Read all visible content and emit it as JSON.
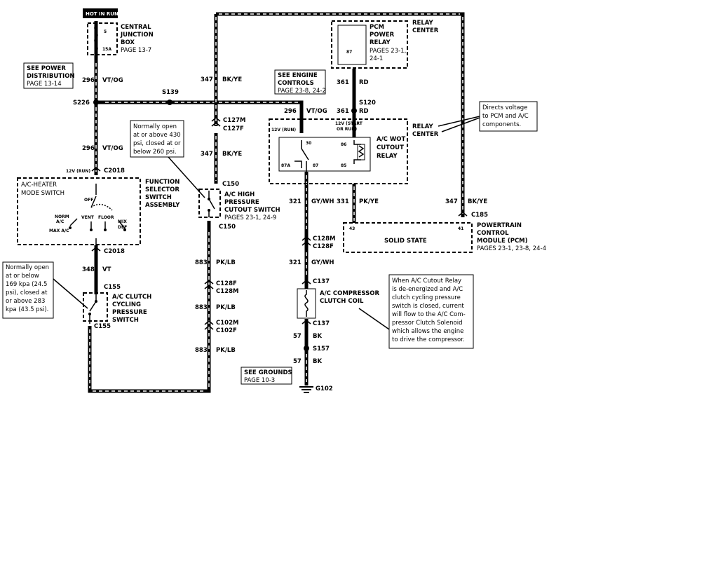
{
  "header": {
    "hot_tag": "HOT IN RUN"
  },
  "labels": {
    "central_junction": [
      "CENTRAL",
      "JUNCTION",
      "BOX"
    ],
    "central_junction_page": "PAGE 13-7",
    "fuse_num": "5",
    "fuse_amp": "15A",
    "see_power": [
      "SEE POWER",
      "DISTRIBUTION"
    ],
    "see_power_page": "PAGE 13-14",
    "circuit_296": "296",
    "color_vtog": "VT/OG",
    "circuit_347": "347",
    "color_bkye": "BK/YE",
    "s226": "S226",
    "s139": "S139",
    "see_engine": [
      "SEE ENGINE",
      "CONTROLS"
    ],
    "see_engine_page": "PAGE 23-8, 24-2",
    "circuit_361": "361",
    "color_rd": "RD",
    "s120": "S120",
    "pcm_relay": [
      "PCM",
      "POWER",
      "RELAY"
    ],
    "pcm_relay_pages": [
      "PAGES 23-1,",
      "24-1"
    ],
    "pcm_relay_pin": "87",
    "relay_center_top": [
      "RELAY",
      "CENTER"
    ],
    "relay_center_mid": [
      "RELAY",
      "CENTER"
    ],
    "c127m": "C127M",
    "c127f": "C127F",
    "c2018_top": "C2018",
    "c2018_bot": "C2018",
    "run_label": "12V (RUN)",
    "run_label2": "12V (RUN)",
    "start_label": [
      "12V (START",
      "OR RUN)"
    ],
    "awot": [
      "A/C WOT",
      "CUTOUT",
      "RELAY"
    ],
    "awot_pins": [
      "30",
      "86",
      "87A",
      "87",
      "85"
    ],
    "mode_switch": [
      "A/C-HEATER",
      "MODE SWITCH"
    ],
    "mode_positions": [
      "OFF",
      "NORM",
      "A/C",
      "VENT",
      "FLOOR",
      "MIX",
      "DEF",
      "MAX A/C"
    ],
    "function_selector": [
      "FUNCTION",
      "SELECTOR",
      "SWITCH",
      "ASSEMBLY"
    ],
    "c150_top": "C150",
    "c150_bot": "C150",
    "hp_switch": [
      "A/C HIGH",
      "PRESSURE",
      "CUTOUT SWITCH"
    ],
    "hp_pages": "PAGES 23-1, 24-9",
    "circuit_321": "321",
    "color_gyvt": "GY/WH",
    "circuit_331": "331",
    "color_pkye": "PK/YE",
    "c185": "C185",
    "pcm_pin_43": "43",
    "pcm_pin_41": "41",
    "solid_state": "SOLID STATE",
    "pcm": [
      "POWERTRAIN",
      "CONTROL",
      "MODULE (PCM)"
    ],
    "pcm_pages": "PAGES 23-1, 23-8, 24-4",
    "c128m_right": "C128M",
    "c128f_right": "C128F",
    "circuit_348": "348",
    "color_vt": "VT",
    "c155_top": "C155",
    "c155_bot": "C155",
    "clutch_cycling": [
      "A/C CLUTCH",
      "CYCLING",
      "PRESSURE",
      "SWITCH"
    ],
    "circuit_883": "883",
    "color_pklb": "PK/LB",
    "c128f_mid": "C128F",
    "c128m_mid": "C128M",
    "c102m": "C102M",
    "c102f": "C102F",
    "c137_top": "C137",
    "c137_bot": "C137",
    "compressor": [
      "A/C COMPRESSOR",
      "CLUTCH COIL"
    ],
    "circuit_57": "57",
    "color_bk": "BK",
    "s157": "S157",
    "see_grounds": "SEE GROUNDS",
    "see_grounds_page": "PAGE 10-3",
    "g102": "G102"
  },
  "notes": {
    "high_pressure": [
      "Normally open",
      "at or above 430",
      "psi, closed at or",
      "below 260 psi."
    ],
    "clutch_cycling": [
      "Normally open",
      "at or below",
      "169 kpa (24.5",
      "psi), closed at",
      "or above 283",
      "kpa (43.5 psi)."
    ],
    "relay_directs": [
      "Directs voltage",
      "to PCM and A/C",
      "components."
    ],
    "relay_explain": [
      "When A/C Cutout Relay",
      "is de-energized and A/C",
      "clutch cycling pressure",
      "switch is closed, current",
      "will flow to the A/C Com-",
      "pressor Clutch Solenoid",
      "which allows the engine",
      "to drive the compressor."
    ]
  }
}
